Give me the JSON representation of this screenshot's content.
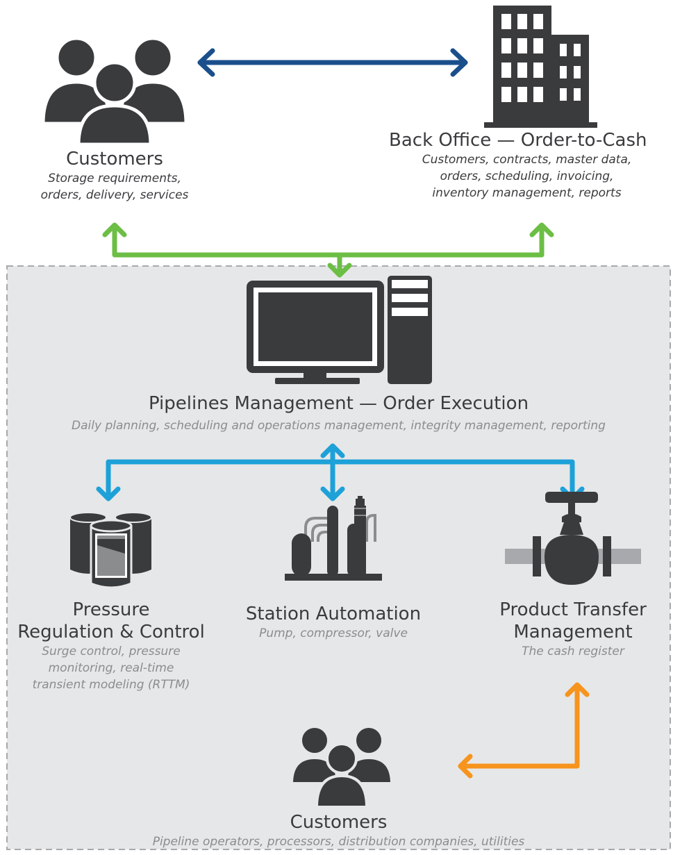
{
  "customers_top": {
    "title": "Customers",
    "desc": [
      "Storage requirements,",
      "orders, delivery, services"
    ]
  },
  "back_office": {
    "title": "Back Office — Order-to-Cash",
    "desc": [
      "Customers, contracts, master data,",
      "orders, scheduling, invoicing,",
      "inventory management, reports"
    ]
  },
  "pipelines_management": {
    "title": "Pipelines Management — Order Execution",
    "desc": "Daily planning, scheduling and operations management, integrity management, reporting"
  },
  "pressure_regulation": {
    "title": [
      "Pressure",
      "Regulation & Control"
    ],
    "desc": [
      "Surge control, pressure",
      "monitoring, real-time",
      "transient modeling (RTTM)"
    ]
  },
  "station_automation": {
    "title": "Station Automation",
    "desc": "Pump, compressor, valve"
  },
  "product_transfer": {
    "title": [
      "Product Transfer",
      "Management"
    ],
    "desc": "The cash register"
  },
  "customers_bottom": {
    "title": "Customers",
    "desc": "Pipeline operators, processors, distribution companies, utilities"
  },
  "colors": {
    "icon": "#3a3b3d",
    "blue_arrow": "#1b4f8c",
    "green_arrow": "#6cbe45",
    "cyan_arrow": "#1da1d8",
    "orange_arrow": "#f7941d",
    "panel_bg": "#e6e7e8",
    "panel_border": "#a7a9ac"
  }
}
